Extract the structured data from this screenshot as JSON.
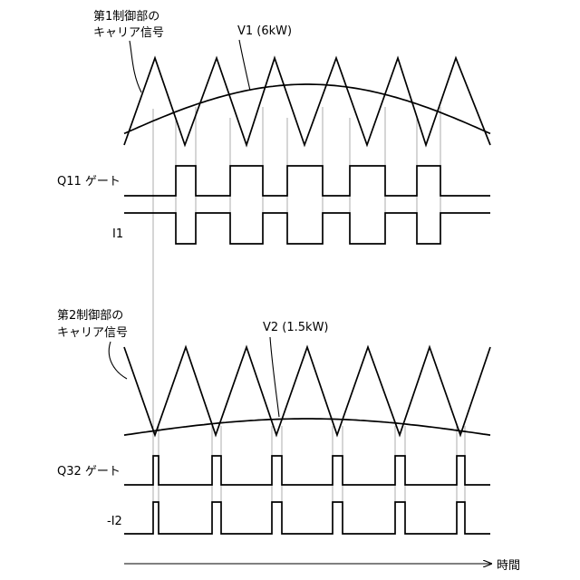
{
  "figure": {
    "carrier1_label_line1": "第1制御部の",
    "carrier1_label_line2": "キャリア信号",
    "v1_label": "V1 (6kW)",
    "q11_label": "Q11 ゲート",
    "i1_label": "I1",
    "carrier2_label_line1": "第2制御部の",
    "carrier2_label_line2": "キャリア信号",
    "v2_label": "V2 (1.5kW)",
    "q32_label": "Q32 ゲート",
    "neg_i2_label": "-I2",
    "time_axis_label": "時間"
  }
}
